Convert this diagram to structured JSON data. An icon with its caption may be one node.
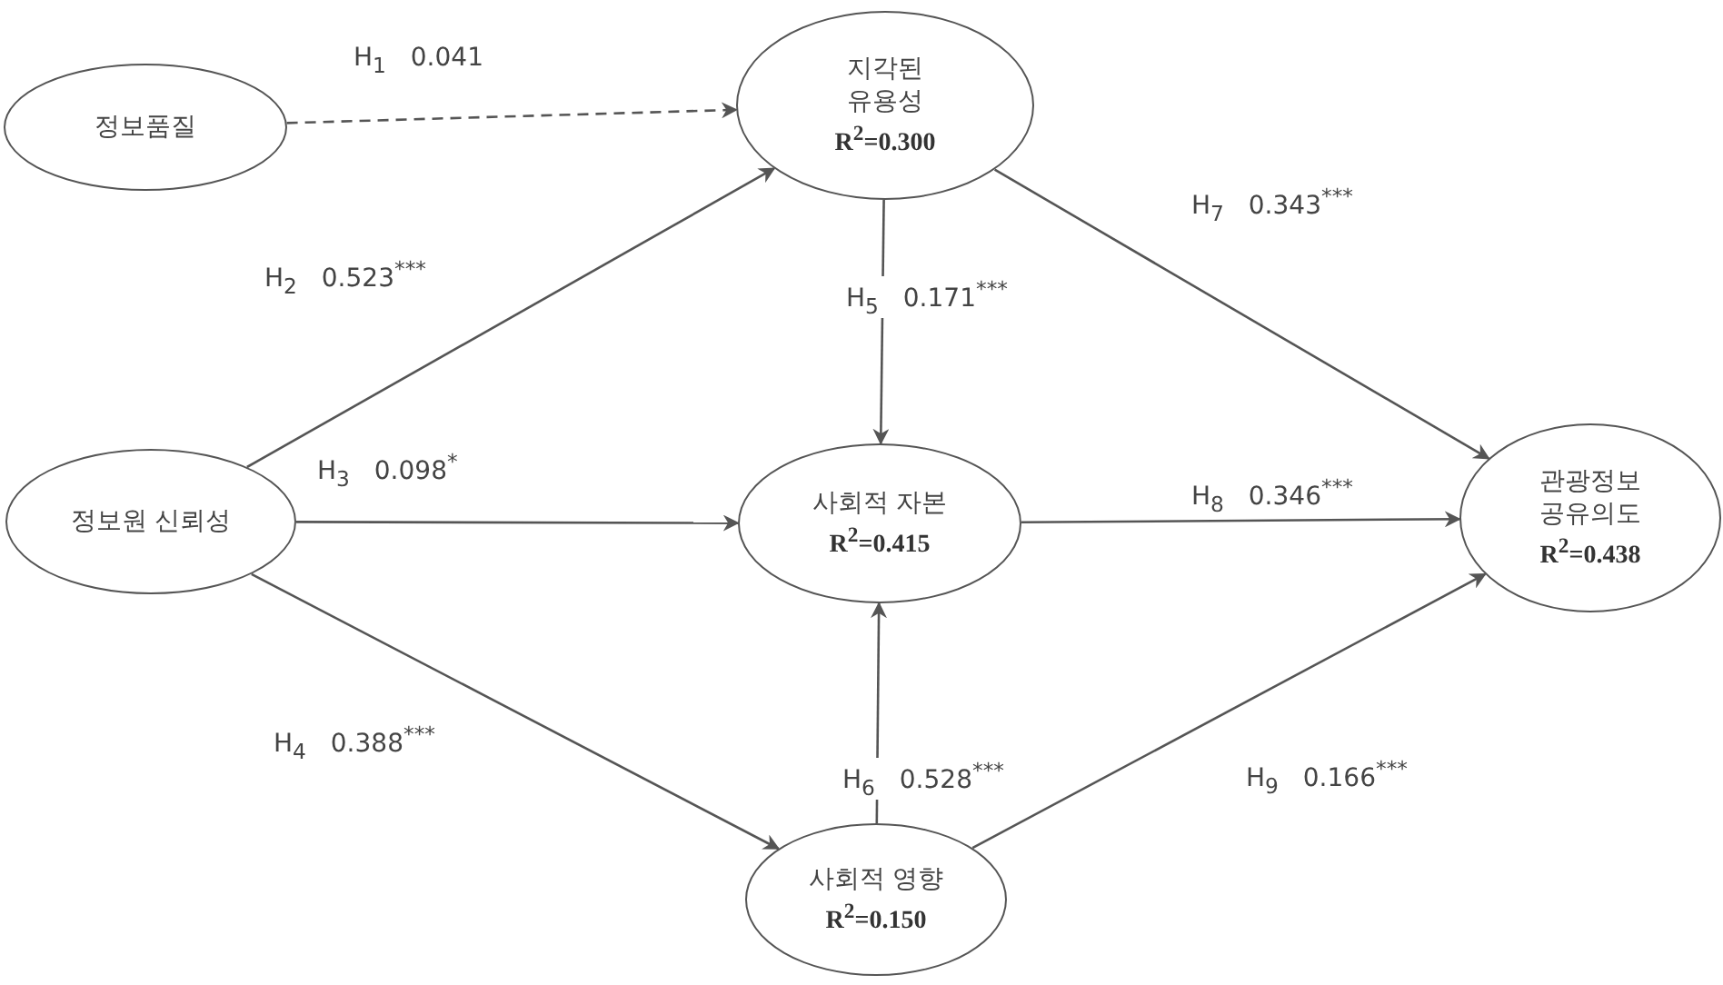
{
  "diagram": {
    "nodes": [
      {
        "text": [
          "정보품질"
        ]
      },
      {
        "text": [
          "지각된 유용성",
          "R$^{2}$=0.300"
        ]
      },
      {
        "text": [
          "정보원 신뢰성"
        ]
      },
      {
        "text": [
          "사회적 자본",
          "R$^{2}$=0.415"
        ]
      },
      {
        "text": [
          "사회적 영향",
          "R$^{2}$=0.150"
        ]
      },
      {
        "text": [
          "관광정보 공유의도",
          "R$^{2}$=0.438"
        ]
      }
    ],
    "edges": [
      {
        "from": 0,
        "to": 1,
        "arrow": "to",
        "style": "dashed",
        "label": "H$_{1}$ 0.041"
      },
      {
        "from": 2,
        "to": 1,
        "arrow": "to",
        "label": "H$_{2}$ 0.523$^{***}$"
      },
      {
        "from": 2,
        "to": 3,
        "arrow": "to",
        "label": "H$_{3}$ 0.098$^{*}$"
      },
      {
        "from": 2,
        "to": 4,
        "arrow": "to",
        "label": "H$_{4}$ 0.388$^{***}$"
      },
      {
        "from": 1,
        "to": 3,
        "arrow": "to",
        "label": "H$_{5}$ 0.171$^{***}$"
      },
      {
        "from": 4,
        "to": 3,
        "arrow": "to",
        "label": "H$_{6}$ 0.528$^{***}$"
      },
      {
        "from": 1,
        "to": 5,
        "arrow": "to",
        "label": "H$_{7}$ 0.343$^{***}$"
      },
      {
        "from": 3,
        "to": 5,
        "arrow": "to",
        "label": "H$_{8}$ 0.346$^{***}$"
      },
      {
        "from": 4,
        "to": 5,
        "arrow": "to",
        "label": "H$_{9}$ 0.166$^{***}$"
      }
    ]
  }
}
